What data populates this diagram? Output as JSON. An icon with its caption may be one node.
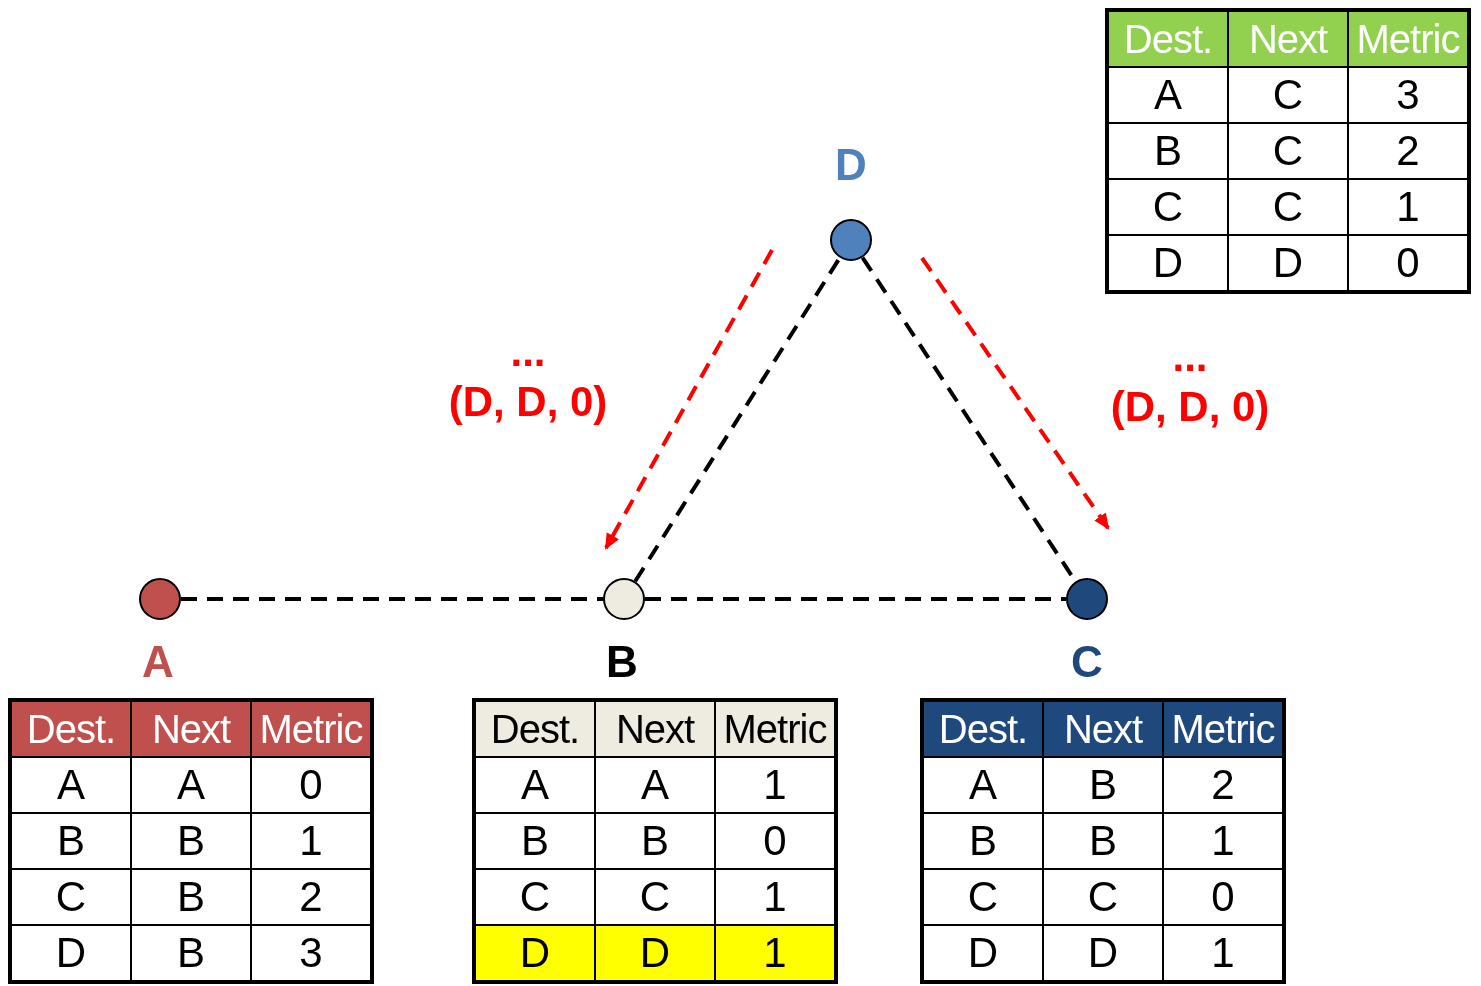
{
  "diagram": {
    "nodes": [
      {
        "text": [],
        "shape": "circle",
        "beside": [
          "D"
        ]
      },
      {
        "text": [],
        "shape": "circle",
        "beside": [
          "A"
        ]
      },
      {
        "text": [],
        "shape": "circle",
        "beside": [
          "B"
        ]
      },
      {
        "text": [],
        "shape": "circle",
        "beside": [
          "C"
        ]
      }
    ],
    "edges": [
      {
        "from": 1,
        "to": 2,
        "arrow": "none",
        "style": "dashed"
      },
      {
        "from": 2,
        "to": 0,
        "arrow": "none",
        "style": "dashed"
      },
      {
        "from": 0,
        "to": 3,
        "arrow": "none",
        "style": "dashed"
      },
      {
        "from": 2,
        "to": 3,
        "arrow": "none",
        "style": "dashed"
      }
    ],
    "labels": [
      "...",
      "(D, D, 0)",
      "...",
      "(D, D, 0)",
      "Dest.",
      "Next",
      "Metric",
      "A",
      "C",
      "3",
      "B",
      "C",
      "2",
      "C",
      "C",
      "1",
      "D",
      "D",
      "0",
      "Dest.",
      "Next",
      "Metric",
      "A",
      "A",
      "0",
      "B",
      "B",
      "1",
      "C",
      "B",
      "2",
      "D",
      "B",
      "3",
      "Dest.",
      "Next",
      "Metric",
      "A",
      "A",
      "1",
      "B",
      "B",
      "0",
      "C",
      "C",
      "1",
      "D",
      "D",
      "1",
      "Dest.",
      "Next",
      "Metric",
      "A",
      "B",
      "2",
      "B",
      "B",
      "1",
      "C",
      "C",
      "0",
      "D",
      "D",
      "1"
    ]
  }
}
